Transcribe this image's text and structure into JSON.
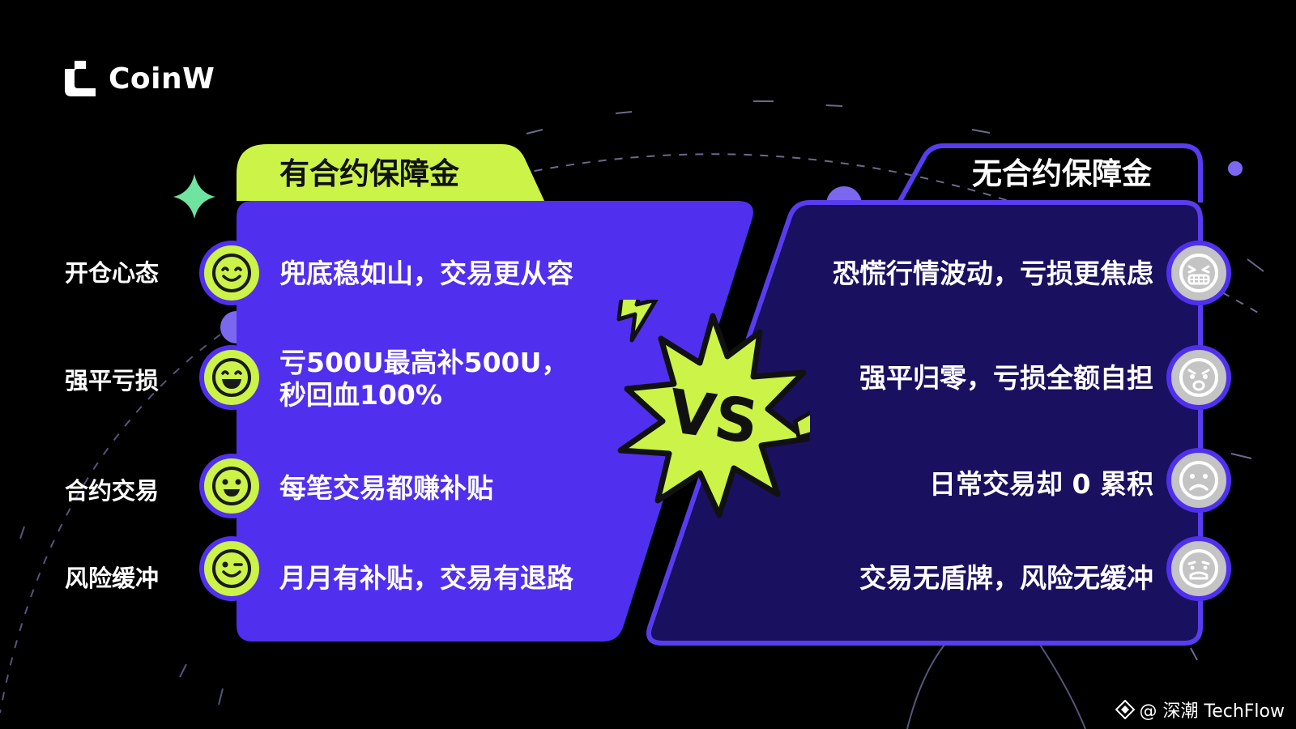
{
  "brand": {
    "name": "CoinW"
  },
  "colors": {
    "accent_lime": "#ccf348",
    "panel_purple": "#5030ee",
    "panel_dark": "#1a1060",
    "border_purple": "#5a3cf0",
    "neutral_gray": "#c4c4c4"
  },
  "left_panel": {
    "title": "有合约保障金",
    "items": [
      {
        "text": "兜底稳如山，交易更从容",
        "icon": "content-smile-icon"
      },
      {
        "text_lines": [
          "亏500U最高补500U，",
          "秒回血100%"
        ],
        "icon": "grin-icon"
      },
      {
        "text": "每笔交易都赚补贴",
        "icon": "happy-icon"
      },
      {
        "text": "月月有补贴，交易有退路",
        "icon": "wink-icon"
      }
    ]
  },
  "right_panel": {
    "title": "无合约保障金",
    "items": [
      {
        "text": "恐慌行情波动，亏损更焦虑",
        "icon": "grimace-icon"
      },
      {
        "text": "强平归零，亏损全额自担",
        "icon": "shocked-icon"
      },
      {
        "text": "日常交易却 0 累积",
        "icon": "sad-icon"
      },
      {
        "text": "交易无盾牌，风险无缓冲",
        "icon": "worried-icon"
      }
    ]
  },
  "row_labels": [
    "开仓心态",
    "强平亏损",
    "合约交易",
    "风险缓冲"
  ],
  "center": {
    "text": "VS"
  },
  "watermark": {
    "text": "@ 深潮 TechFlow"
  }
}
